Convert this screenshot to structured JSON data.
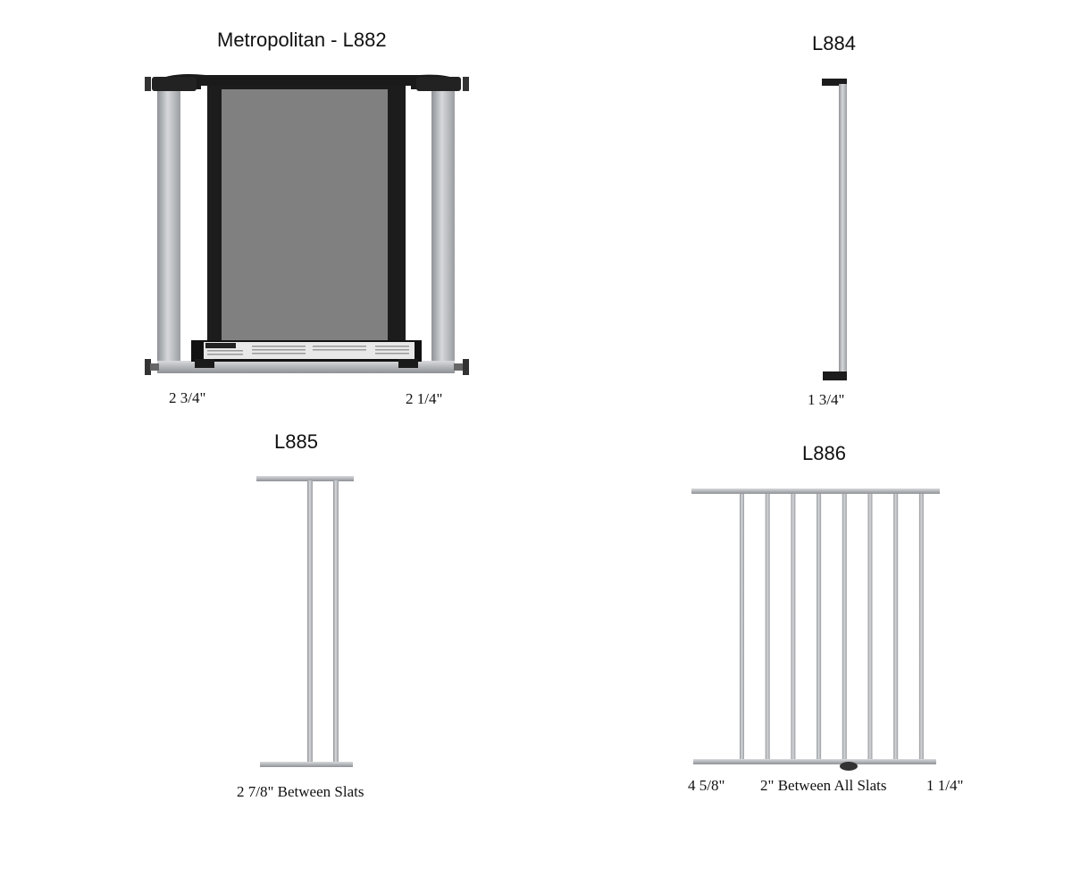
{
  "products": [
    {
      "title": "Metropolitan - L882",
      "dimensions": [
        "2 3/4\"",
        "2 1/4\""
      ],
      "colors": {
        "frame": "#b9bcc0",
        "panel_border": "#1c1c1c",
        "mesh": "#808080"
      }
    },
    {
      "title": "L884",
      "dimensions": [
        "1 3/4\""
      ],
      "colors": {
        "bar": "#b5b8bc",
        "cap": "#1c1c1c"
      }
    },
    {
      "title": "L885",
      "dimensions": [
        "2 7/8\" Between Slats"
      ],
      "slat_count": 2,
      "colors": {
        "bar": "#b8bbbf"
      }
    },
    {
      "title": "L886",
      "dimensions": [
        "4 5/8\"",
        "2\" Between All Slats",
        "1 1/4\""
      ],
      "slat_count": 8,
      "colors": {
        "bar": "#b8bbbf",
        "foot": "#333333"
      }
    }
  ]
}
